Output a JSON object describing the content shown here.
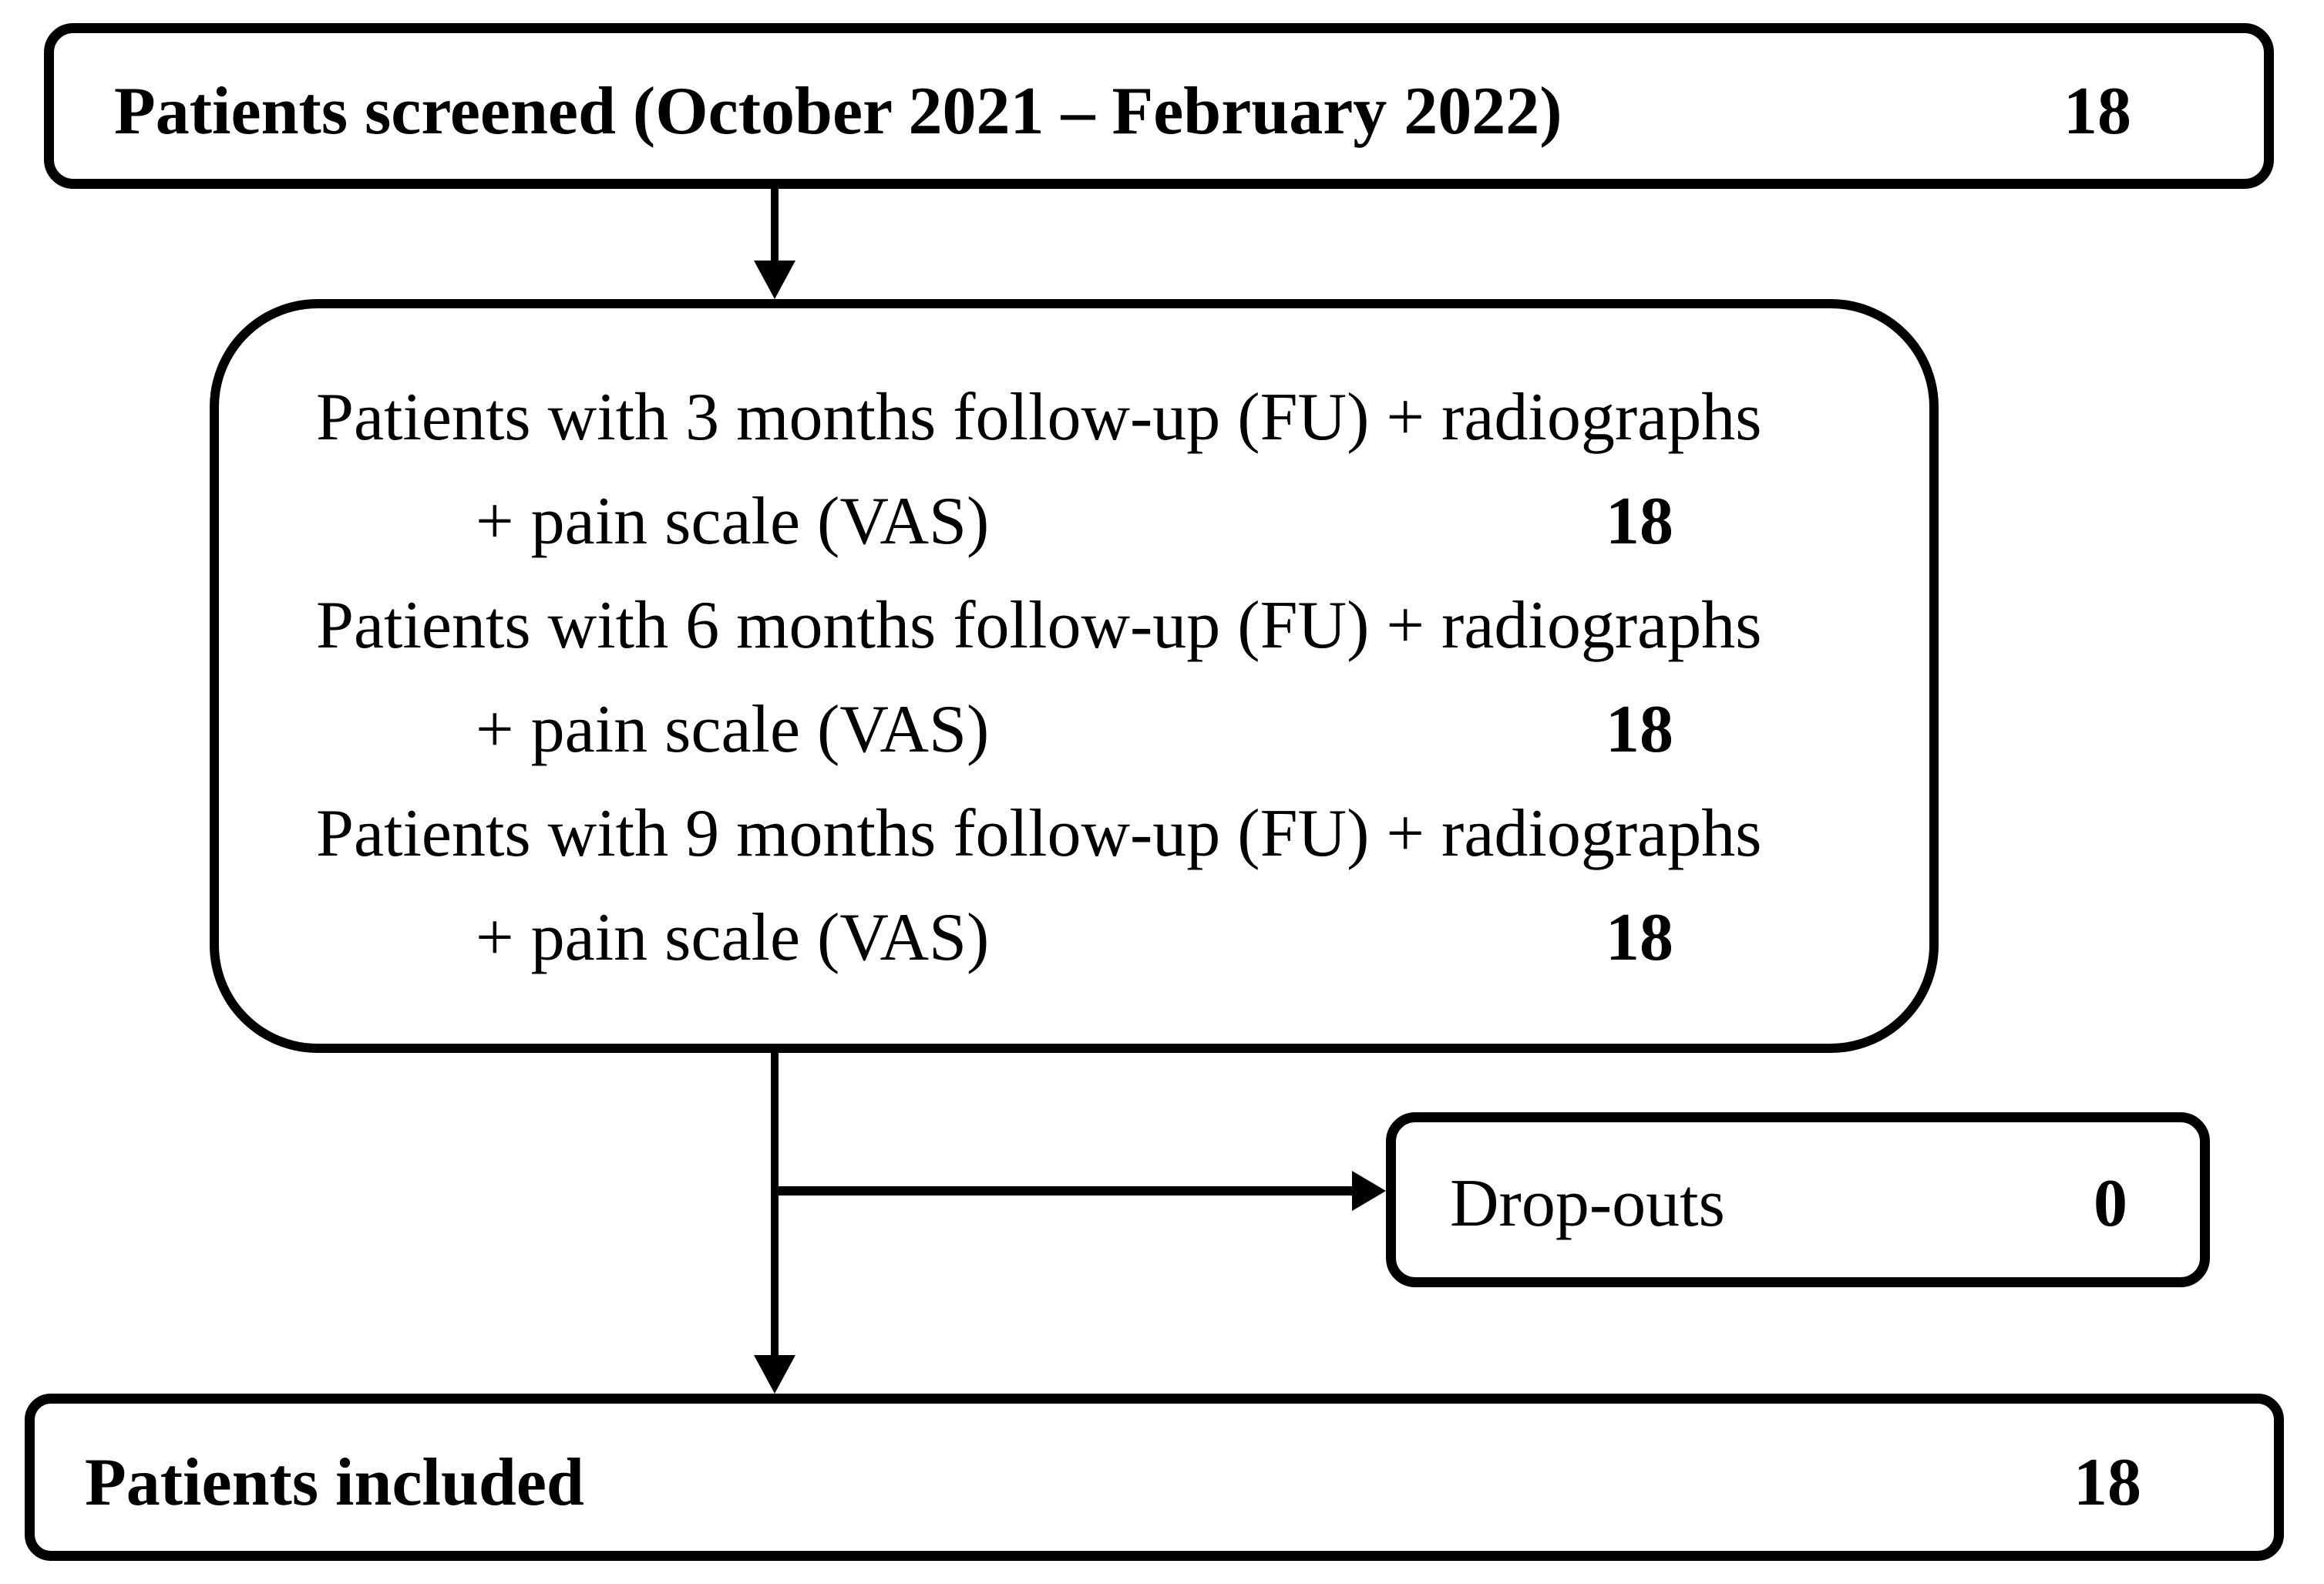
{
  "figure": {
    "type": "patient-flow-diagram",
    "background": "#ffffff",
    "line_color": "#000000",
    "boxes": {
      "screened": {
        "label": "Patients screened (October 2021 – February 2022)",
        "count": "18"
      },
      "followup": {
        "rows": [
          {
            "line1": "Patients with 3 months follow-up (FU) + radiographs",
            "line2": "+ pain scale (VAS)",
            "count": "18"
          },
          {
            "line1": "Patients with 6 months follow-up (FU) + radiographs",
            "line2": "+ pain scale (VAS)",
            "count": "18"
          },
          {
            "line1": "Patients with 9 months follow-up (FU) + radiographs",
            "line2": "+ pain scale (VAS)",
            "count": "18"
          }
        ]
      },
      "dropouts": {
        "label": "Drop-outs",
        "count": "0"
      },
      "included": {
        "label": "Patients included",
        "count": "18"
      }
    }
  }
}
